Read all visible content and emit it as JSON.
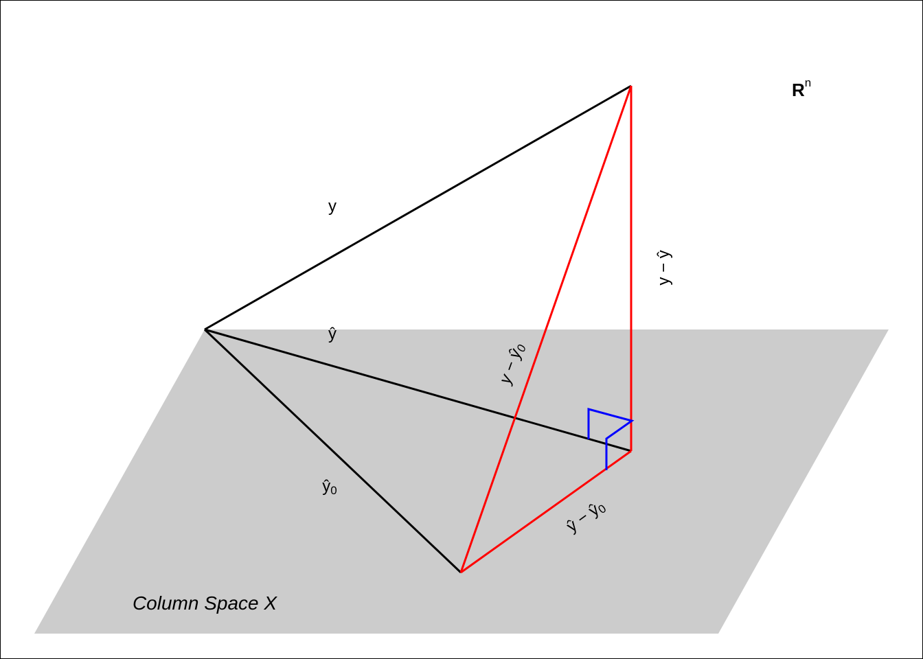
{
  "labels": {
    "y": "y",
    "yhat": "ŷ",
    "yhat0_base": "ŷ",
    "yhat0_sub": "0",
    "resid": "y − ŷ",
    "resid0_main": "y − ŷ",
    "resid0_sub": "0",
    "diff_main": "ŷ − ŷ",
    "diff_sub": "0",
    "space_base": "R",
    "space_sup": "n",
    "plane": "Column Space X"
  },
  "colors": {
    "plane": "#cccccc",
    "vector": "#000000",
    "residual": "#ff0000",
    "right_angle": "#0000ff"
  }
}
